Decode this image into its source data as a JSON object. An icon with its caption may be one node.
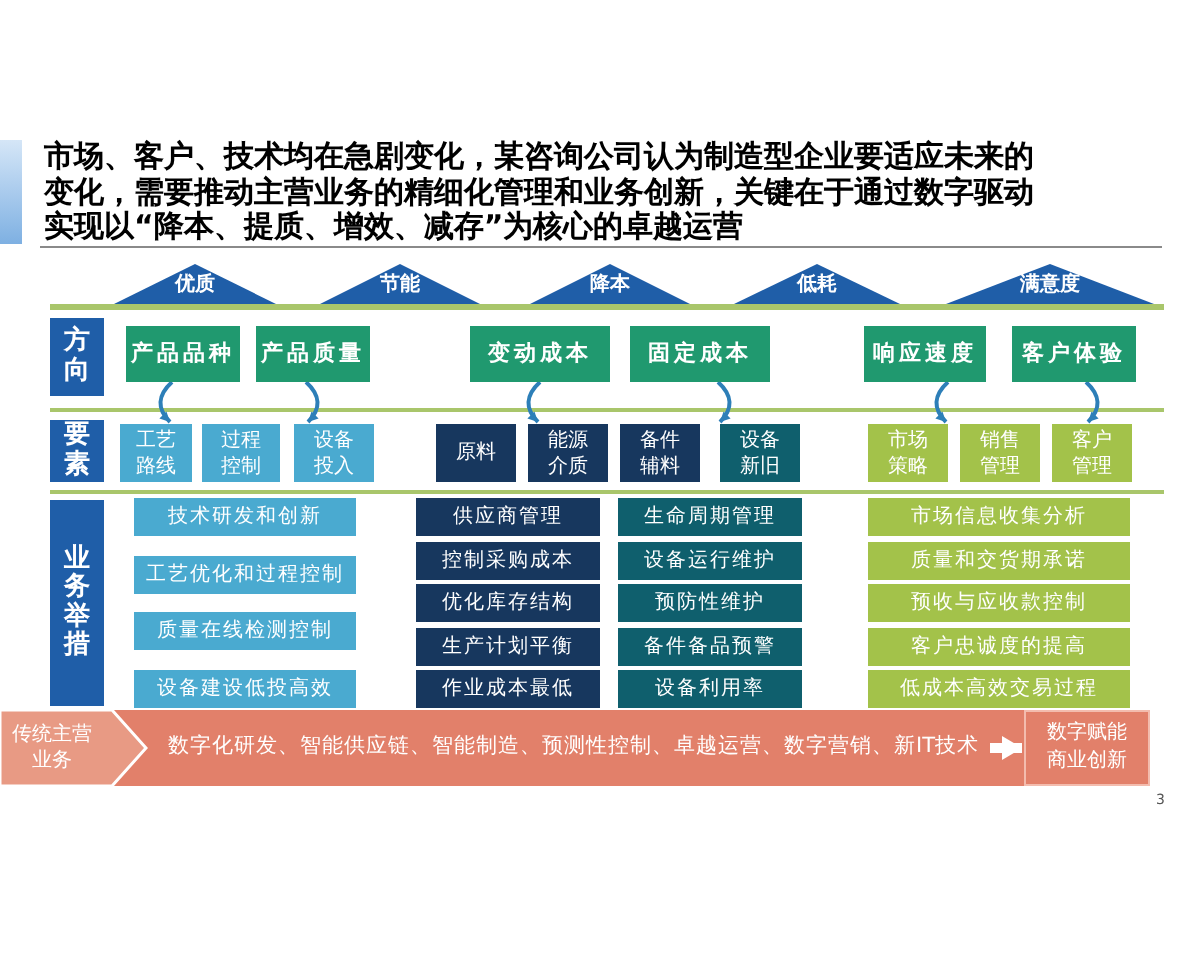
{
  "diagram": {
    "title": "市场、客户、技术均在急剧变化，某咨询公司认为制造型企业要适应未来的变化，需要推动主营业务的精细化管理和业务创新，关键在于通过数字驱动实现以“降本、提质、增效、减存”为核心的卓越运营",
    "nodes": [
      {
        "text": [
          "优质"
        ]
      },
      {
        "text": [
          "节能"
        ]
      },
      {
        "text": [
          "降本"
        ]
      },
      {
        "text": [
          "低耗"
        ]
      },
      {
        "text": [
          "满意度"
        ]
      },
      {
        "text": [
          "方向"
        ]
      },
      {
        "text": [
          "产品品种"
        ]
      },
      {
        "text": [
          "产品质量"
        ]
      },
      {
        "text": [
          "变动成本"
        ]
      },
      {
        "text": [
          "固定成本"
        ]
      },
      {
        "text": [
          "响应速度"
        ]
      },
      {
        "text": [
          "客户体验"
        ]
      },
      {
        "text": [
          "要素"
        ]
      },
      {
        "text": [
          "工艺路线"
        ]
      },
      {
        "text": [
          "过程控制"
        ]
      },
      {
        "text": [
          "设备投入"
        ]
      },
      {
        "text": [
          "原料"
        ]
      },
      {
        "text": [
          "能源介质"
        ]
      },
      {
        "text": [
          "备件辅料"
        ]
      },
      {
        "text": [
          "设备新旧"
        ]
      },
      {
        "text": [
          "市场策略"
        ]
      },
      {
        "text": [
          "销售管理"
        ]
      },
      {
        "text": [
          "客户管理"
        ]
      },
      {
        "text": [
          "业务举措"
        ]
      },
      {
        "text": [
          "技术研发和创新"
        ]
      },
      {
        "text": [
          "工艺优化和过程控制"
        ]
      },
      {
        "text": [
          "质量在线检测控制"
        ]
      },
      {
        "text": [
          "设备建设低投高效"
        ]
      },
      {
        "text": [
          "供应商管理"
        ]
      },
      {
        "text": [
          "控制采购成本"
        ]
      },
      {
        "text": [
          "优化库存结构"
        ]
      },
      {
        "text": [
          "生产计划平衡"
        ]
      },
      {
        "text": [
          "作业成本最低"
        ]
      },
      {
        "text": [
          "生命周期管理"
        ]
      },
      {
        "text": [
          "设备运行维护"
        ]
      },
      {
        "text": [
          "预防性维护"
        ]
      },
      {
        "text": [
          "备件备品预警"
        ]
      },
      {
        "text": [
          "设备利用率"
        ]
      },
      {
        "text": [
          "市场信息收集分析"
        ]
      },
      {
        "text": [
          "质量和交货期承诺"
        ]
      },
      {
        "text": [
          "预收与应收款控制"
        ]
      },
      {
        "text": [
          "客户忠诚度的提高"
        ]
      },
      {
        "text": [
          "低成本高效交易过程"
        ]
      },
      {
        "text": [
          "传统主营业务"
        ]
      },
      {
        "text": [
          "数字化研发、智能供应链、智能制造、预测性控制、卓越运营、数字营销、新IT技术"
        ]
      },
      {
        "text": [
          "数字赋能商业创新"
        ]
      }
    ],
    "edges": [
      {
        "from": 44,
        "to": 45,
        "arrow": "to",
        "style": "thick",
        "color": "#ffffff"
      },
      {
        "from": 6,
        "to": 13,
        "arrow": "to"
      },
      {
        "from": 7,
        "to": 15,
        "arrow": "to"
      },
      {
        "from": 8,
        "to": 17,
        "arrow": "to"
      },
      {
        "from": 9,
        "to": 19,
        "arrow": "to"
      },
      {
        "from": 10,
        "to": 20,
        "arrow": "to"
      },
      {
        "from": 11,
        "to": 22,
        "arrow": "to"
      }
    ],
    "labels": [
      "3"
    ]
  }
}
